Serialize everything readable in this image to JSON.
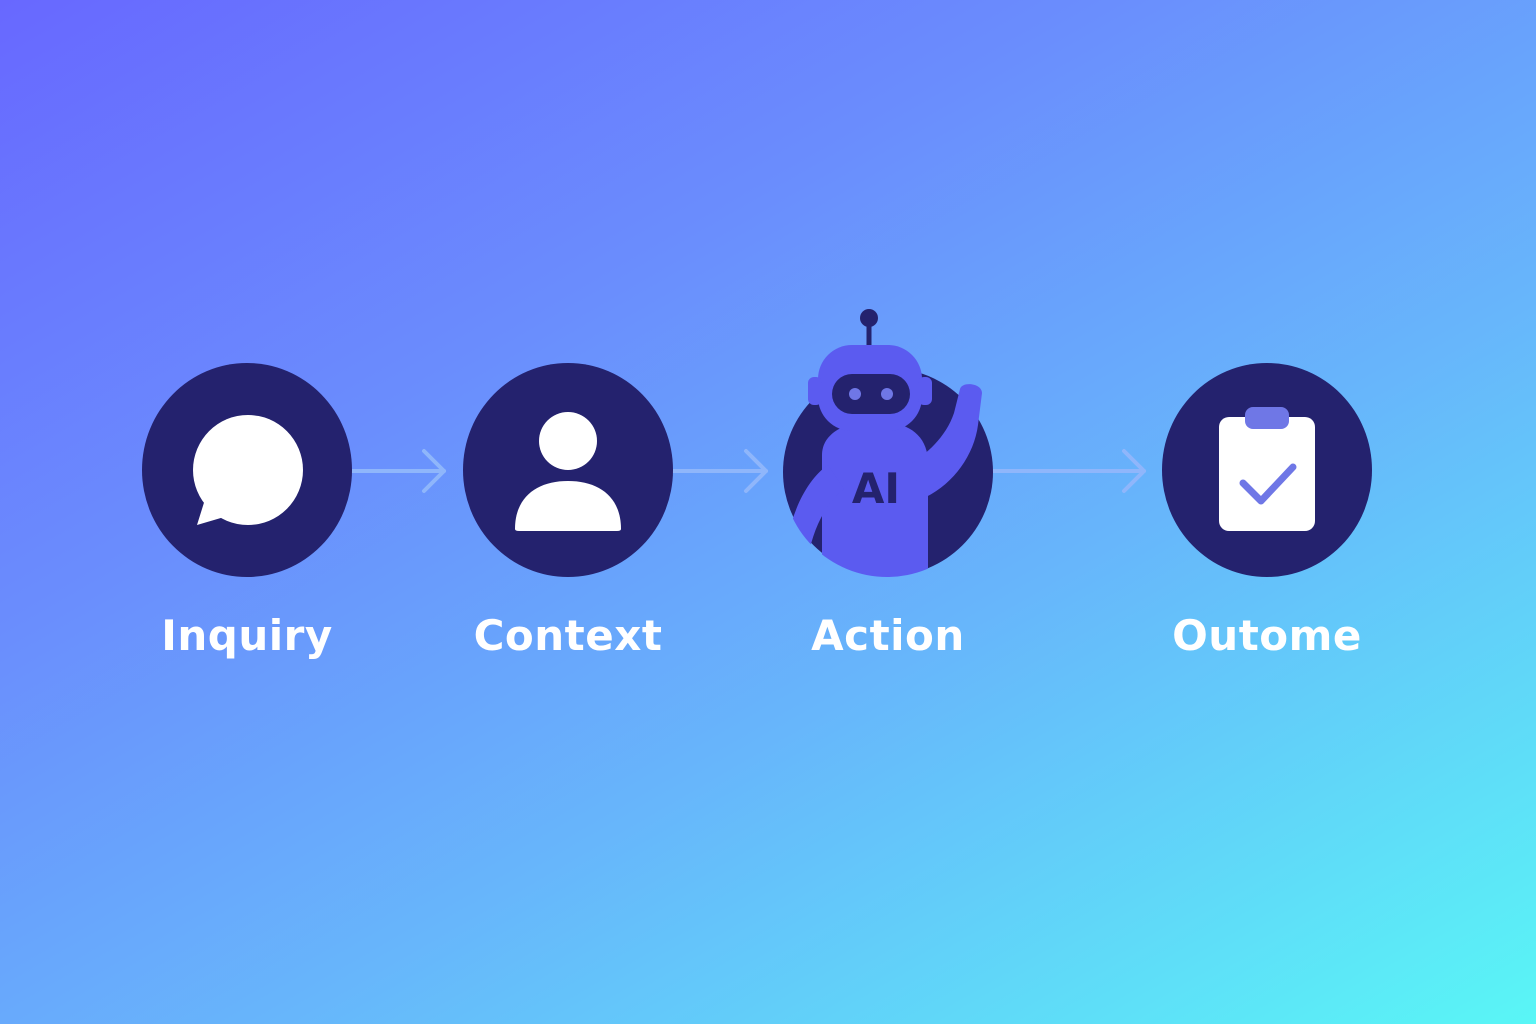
{
  "steps": [
    {
      "label": "Inquiry",
      "icon": "speech-bubble-icon"
    },
    {
      "label": "Context",
      "icon": "user-icon"
    },
    {
      "label": "Action",
      "icon": "ai-robot-icon",
      "badge": "AI"
    },
    {
      "label": "Outome",
      "icon": "clipboard-check-icon"
    }
  ],
  "colors": {
    "circle": "#24226e",
    "icon_fill": "#ffffff",
    "robot_body": "#5b5bf0",
    "check": "#6f77e6",
    "arrow": "#8fb6fb"
  }
}
